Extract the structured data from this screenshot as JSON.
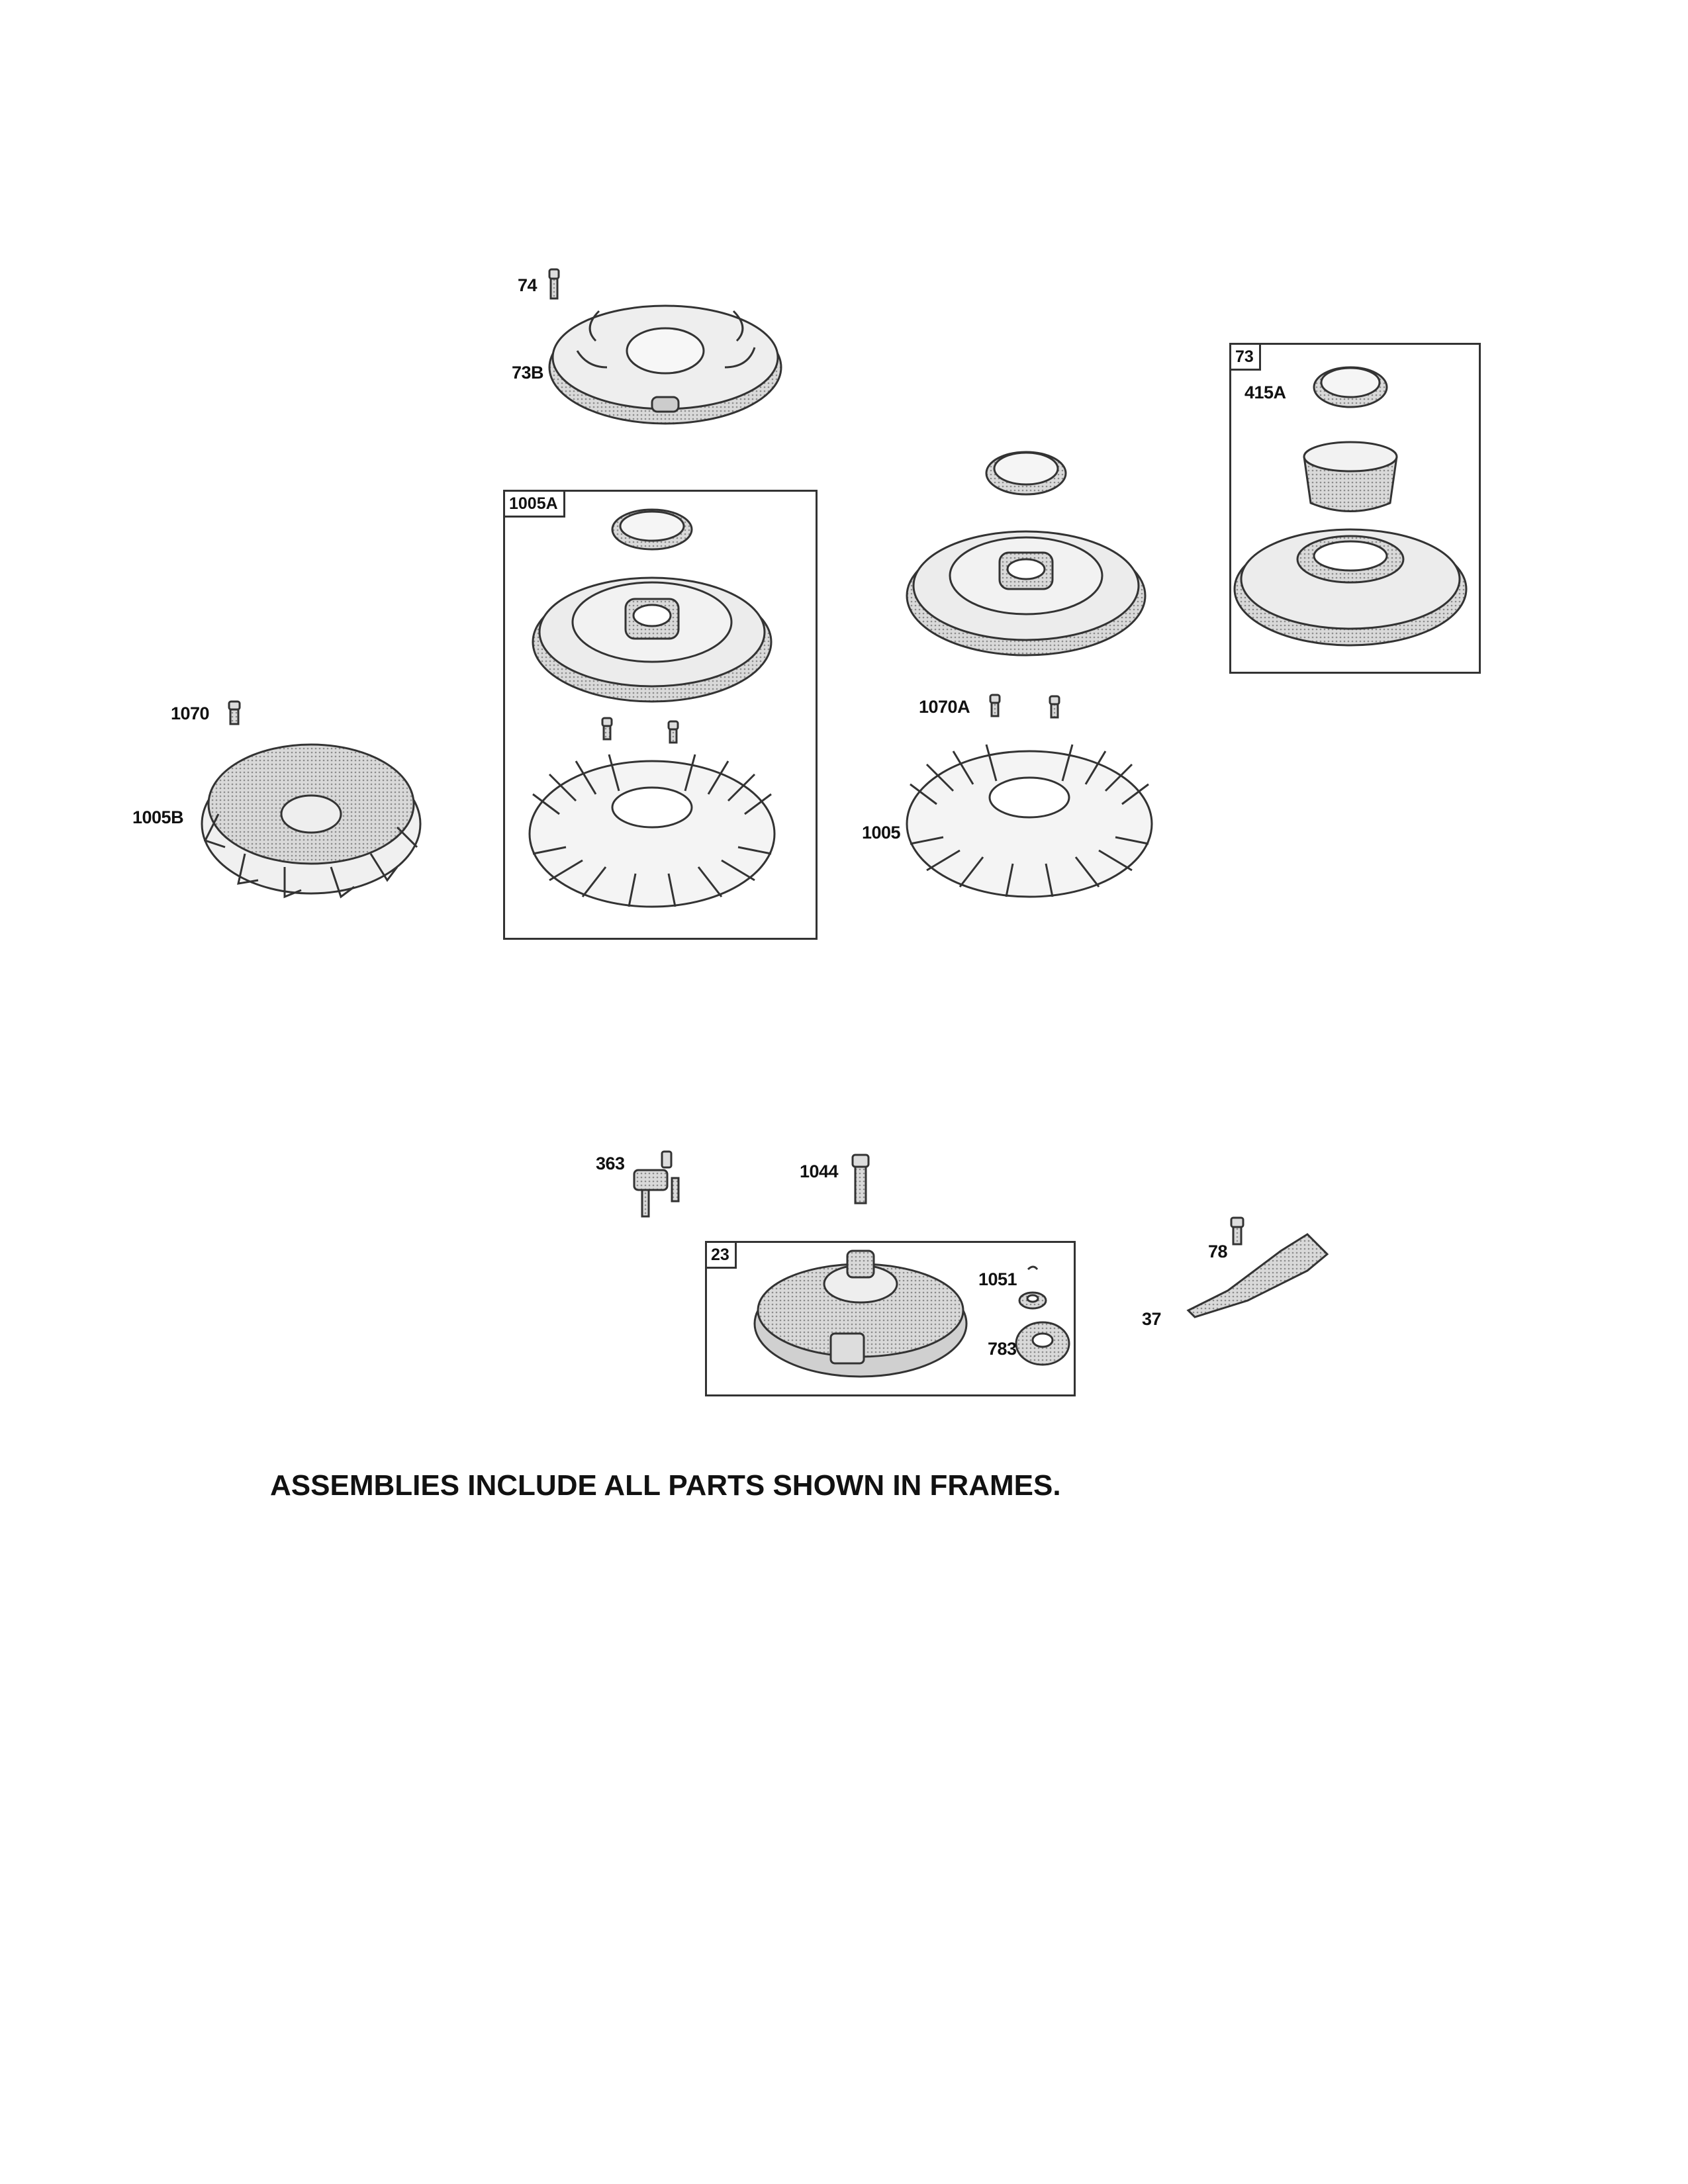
{
  "parts": {
    "p74": "74",
    "p73B": "73B",
    "p73": "73",
    "p415A": "415A",
    "p1005A": "1005A",
    "p1070": "1070",
    "p1005B": "1005B",
    "p1070A": "1070A",
    "p1005": "1005",
    "p363": "363",
    "p1044": "1044",
    "p23": "23",
    "p1051": "1051",
    "p783": "783",
    "p78": "78",
    "p37": "37"
  },
  "footer": {
    "note": "ASSEMBLIES INCLUDE ALL PARTS SHOWN IN FRAMES."
  },
  "colors": {
    "line": "#333333",
    "fill_light": "#e8e8e8",
    "fill_mid": "#bdbdbd",
    "fill_dark": "#8a8a8a"
  }
}
